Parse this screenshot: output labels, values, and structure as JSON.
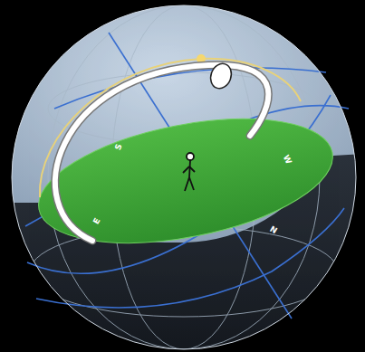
{
  "diagram": {
    "labels": [
      "S",
      "W",
      "E",
      "N"
    ]
  }
}
